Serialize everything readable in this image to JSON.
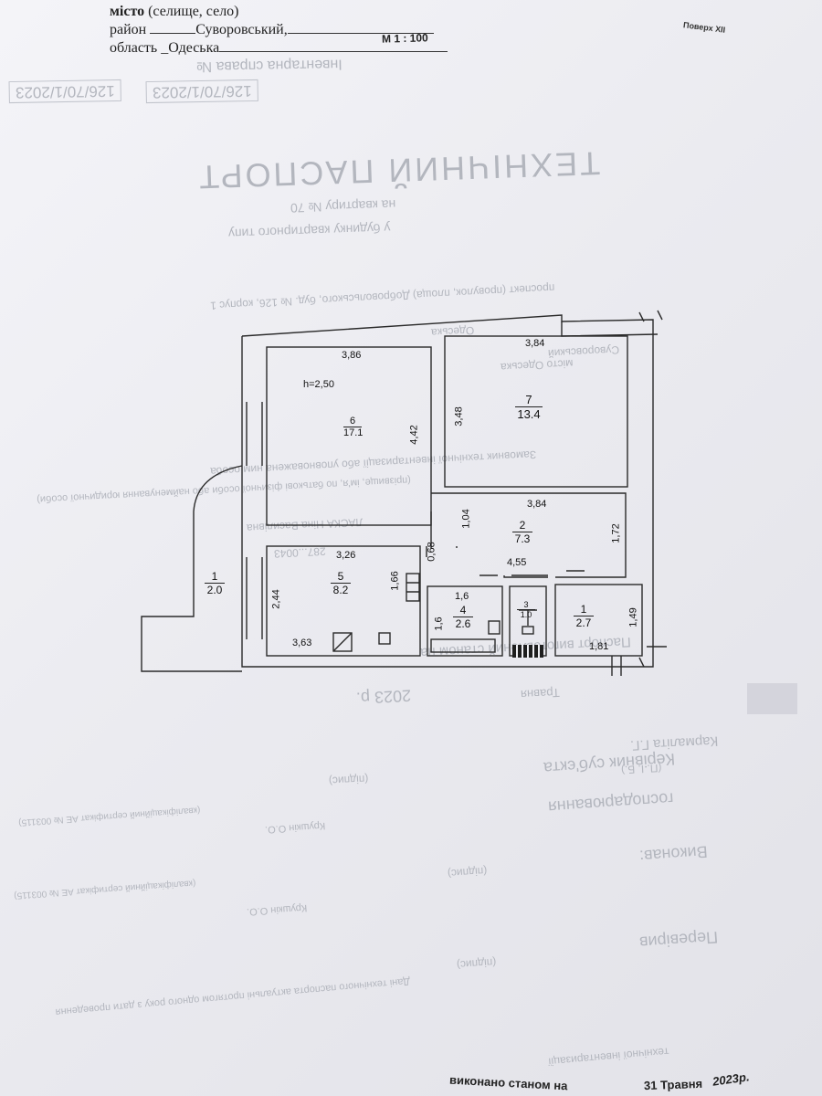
{
  "header": {
    "city_label": "місто",
    "city_suffix": "(селище, село)",
    "district_label": "район",
    "district_value": "Суворовський,",
    "region_label": "область",
    "region_value": "Одеська",
    "scale": "М 1 : 100",
    "floor_label": "Поверх XII"
  },
  "watermark": {
    "inventory": "Інвентарна справа №",
    "inventory_number": "126/70/1/2023",
    "title": "ТЕХНІЧНИЙ ПАСПОРТ",
    "subtitle1": "на квартиру № 70",
    "subtitle2": "у будинку квартирного типу",
    "address1": "проспект (провулок, площа) Добровольського, буд. № 126, корпус 1",
    "address2": "Одеська",
    "address3": "Суворовський",
    "address4": "місто Одеська",
    "customer1": "Замовник технічної інвентаризації або уповноважена ним особа",
    "customer2": "(прізвище, ім'я, по батькові фізичної особи або найменування юридичної особи)",
    "customer_name": "ЛАСКА Ніна Василівна",
    "customer_id": "287...0043",
    "passport_made": "Паспорт виготовлений станом на",
    "month": "Травня",
    "year": "2023 р.",
    "person": "Кармаліта Г.Г.",
    "initials": "(П. І. Б.)",
    "subject": "Керівник суб'єкта",
    "subject2": "господарювання",
    "signature1": "(підпис)",
    "executed": "Виконав:",
    "engineer1": "Крушкін О.О.",
    "cert1": "(кваліфікаційний сертифікат АЕ № 003115)",
    "signature2": "(підпис)",
    "checked": "Перевірив",
    "engineer2": "Крушкін О.О.",
    "cert2": "(кваліфікаційний сертифікат АЕ № 003115)",
    "signature3": "(підпис)",
    "actual1": "Дані технічного паспорта актуальні протягом одного року з дати проведення",
    "actual2": "технічної інвентаризації"
  },
  "plan": {
    "rooms": [
      {
        "id": "6",
        "area": "17.1"
      },
      {
        "id": "7",
        "area": "13.4"
      },
      {
        "id": "2",
        "area": "7.3"
      },
      {
        "id": "5",
        "area": "8.2"
      },
      {
        "id": "4",
        "area": "2.6"
      },
      {
        "id": "3",
        "area": "1.0"
      },
      {
        "id": "1",
        "area": "2.7"
      },
      {
        "id": "1",
        "area": "2.0"
      }
    ],
    "height": "h=2,50",
    "dims": {
      "d386": "3,86",
      "d442": "4,42",
      "d384a": "3,84",
      "d348": "3,48",
      "d384b": "3,84",
      "d104": "1,04",
      "d172": "1,72",
      "d326": "3,26",
      "d068": "0,68",
      "d166": "1,66",
      "d455": "4,55",
      "d244": "2,44",
      "d363": "3,63",
      "d16a": "1,6",
      "d16b": "1,6",
      "d149": "1,49",
      "d181": "1,81"
    }
  },
  "footer": {
    "executed_state": "виконано станом на",
    "date_day": "31 Травня",
    "date_year": "2023р."
  }
}
